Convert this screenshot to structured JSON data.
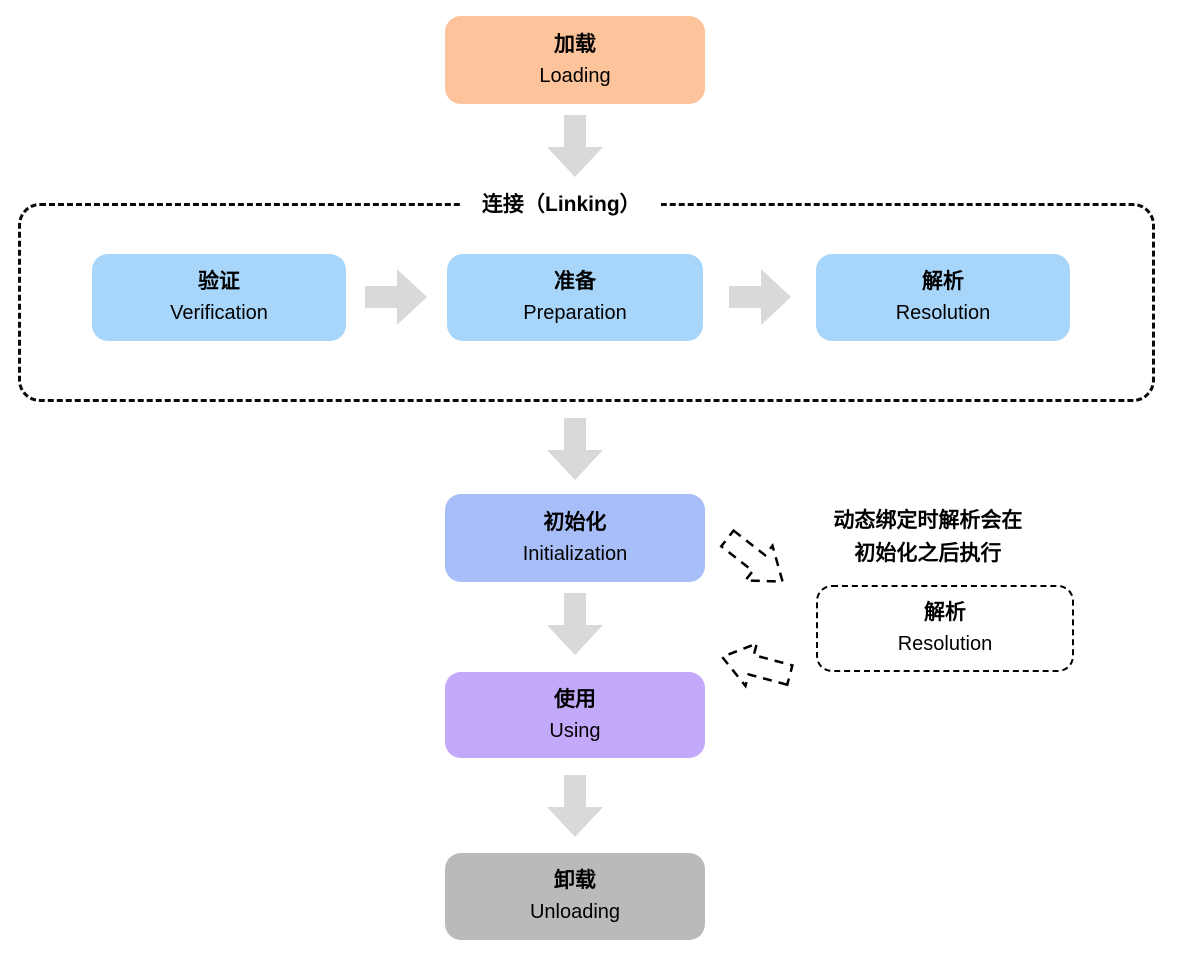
{
  "diagram": {
    "title_hint": "JVM class loading lifecycle flow",
    "nodes": {
      "loading": {
        "zh": "加载",
        "en": "Loading"
      },
      "verification": {
        "zh": "验证",
        "en": "Verification"
      },
      "preparation": {
        "zh": "准备",
        "en": "Preparation"
      },
      "resolution": {
        "zh": "解析",
        "en": "Resolution"
      },
      "initialization": {
        "zh": "初始化",
        "en": "Initialization"
      },
      "resolution_dashed": {
        "zh": "解析",
        "en": "Resolution"
      },
      "using": {
        "zh": "使用",
        "en": "Using"
      },
      "unloading": {
        "zh": "卸载",
        "en": "Unloading"
      }
    },
    "linking_group": {
      "label": "连接（Linking）"
    },
    "annotation": {
      "line1": "动态绑定时解析会在",
      "line2": "初始化之后执行"
    },
    "colors": {
      "loading_bg": "#FDC39B",
      "linking_box_bg": "#A8D5FA",
      "initialization_bg": "#A8BEF8",
      "using_bg": "#C3A9FA",
      "unloading_bg": "#BABABA",
      "solid_arrow": "#D9D9D9",
      "dashed_stroke": "#000000"
    }
  }
}
